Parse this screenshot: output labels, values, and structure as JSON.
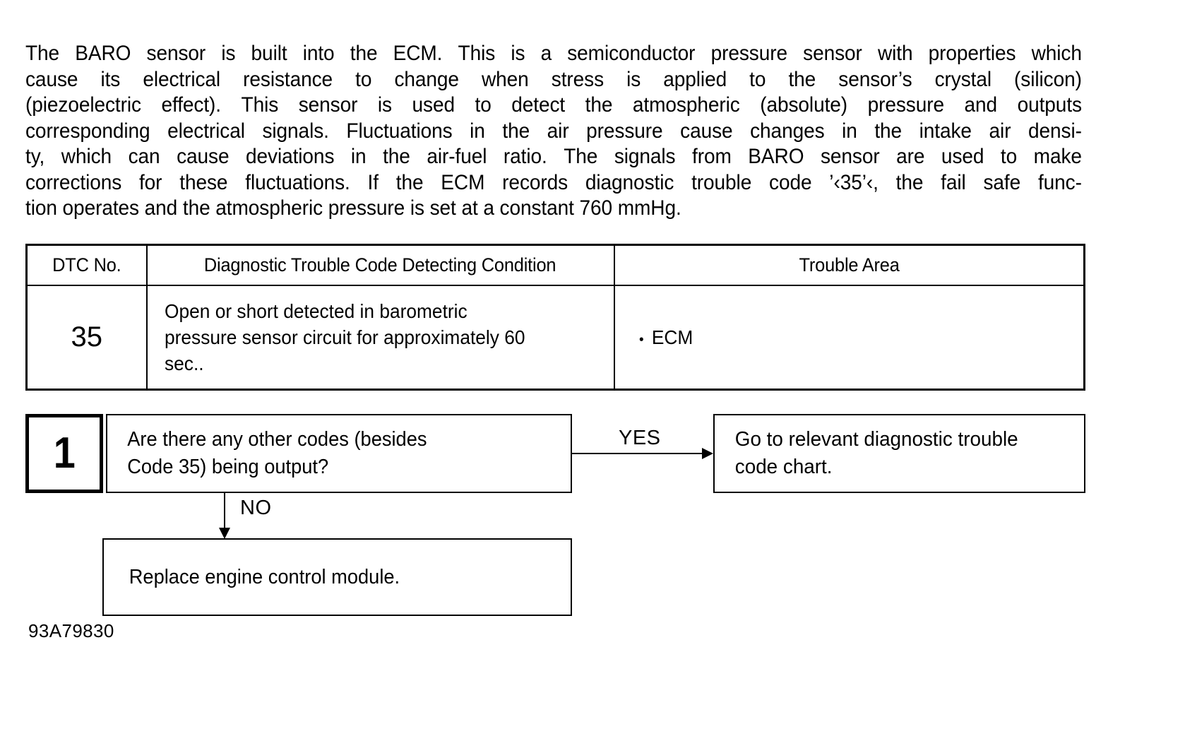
{
  "document": {
    "figure_id": "93A79830"
  },
  "intro": {
    "lines": [
      "The BARO sensor is built into the ECM. This is a semiconductor pressure sensor with properties which",
      "cause its electrical resistance to change when stress is applied to the sensor’s crystal (silicon)",
      "(piezoelectric effect). This sensor is used to detect the atmospheric (absolute) pressure and outputs",
      "corresponding electrical signals. Fluctuations in the air pressure cause changes in the intake air densi-",
      "ty, which can cause deviations in the air-fuel ratio. The signals from BARO sensor are used to make",
      "corrections for these fluctuations. If the ECM records diagnostic trouble code ’‹35’‹, the fail safe func-",
      "tion operates and the atmospheric pressure is set at a constant 760 mmHg."
    ],
    "full_text": "The BARO sensor is built into the ECM. This is a semiconductor pressure sensor with properties which cause its electrical resistance to change when stress is applied to the sensor’s crystal (silicon) (piezoelectric effect). This sensor is used to detect the atmospheric (absolute) pressure and outputs corresponding electrical signals. Fluctuations in the air pressure cause changes in the intake air density, which can cause deviations in the air-fuel ratio. The signals from BARO sensor are used to make corrections for these fluctuations. If the ECM records diagnostic trouble code ''35'', the fail safe function operates and the atmospheric pressure is set at a constant 760 mmHg."
  },
  "dtc_table": {
    "headers": {
      "dtc_no": "DTC No.",
      "condition": "Diagnostic Trouble Code Detecting Condition",
      "trouble_area": "Trouble Area"
    },
    "rows": [
      {
        "dtc_no": "35",
        "condition_lines": [
          "Open or short detected in barometric",
          "pressure sensor circuit for approximately 60",
          "sec.."
        ],
        "trouble_area_bullet": "•",
        "trouble_area": "ECM"
      }
    ]
  },
  "flowchart": {
    "step": {
      "number": "1",
      "question_lines": [
        "Are there any other codes (besides",
        "Code 35) being output?"
      ]
    },
    "branches": {
      "yes_label": "YES",
      "no_label": "NO"
    },
    "yes_result_lines": [
      "Go to relevant diagnostic trouble",
      "code chart."
    ],
    "no_result": "Replace engine control module."
  },
  "colors": {
    "ink": "#000000",
    "paper": "#ffffff"
  }
}
